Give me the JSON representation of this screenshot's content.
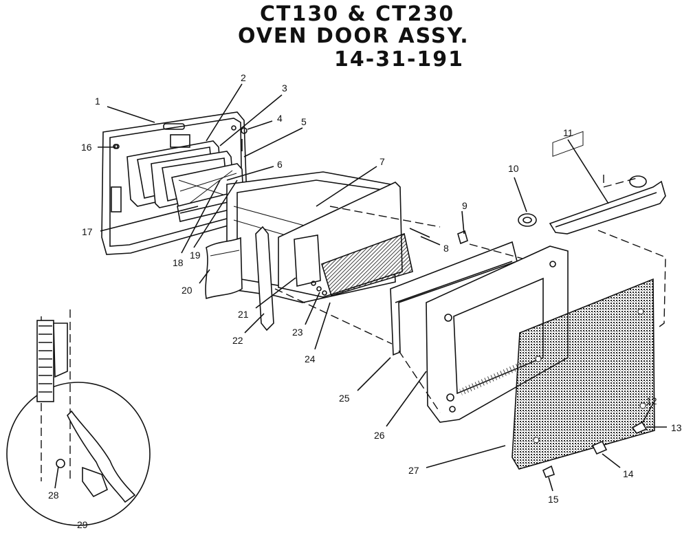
{
  "title": {
    "line1": "CT130 &  CT230",
    "line2": "OVEN DOOR ASSY.",
    "line3": "14-31-191"
  },
  "parts": [
    "1",
    "2",
    "3",
    "4",
    "5",
    "6",
    "7",
    "8",
    "9",
    "10",
    "11",
    "12",
    "13",
    "14",
    "15",
    "16",
    "17",
    "18",
    "19",
    "20",
    "21",
    "22",
    "23",
    "24",
    "25",
    "26",
    "27",
    "28",
    "29"
  ]
}
